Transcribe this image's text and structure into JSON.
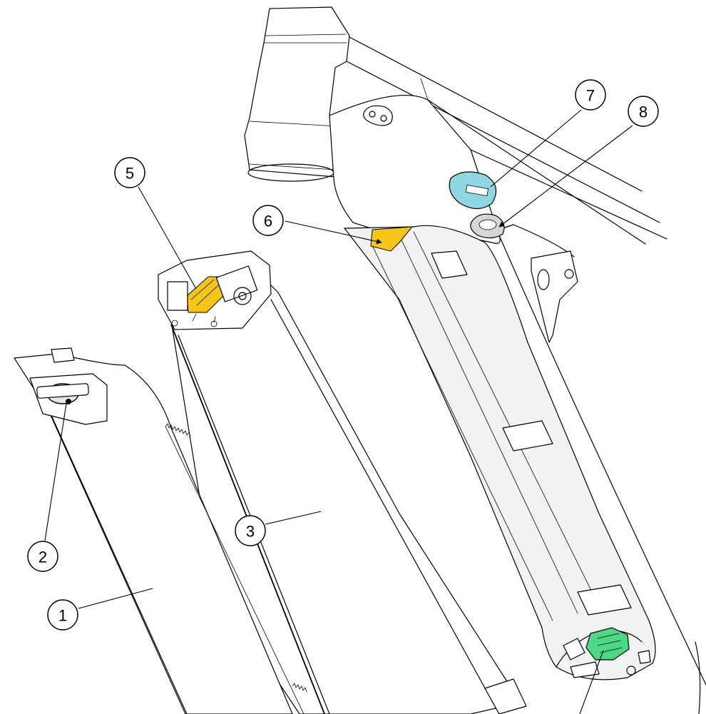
{
  "callouts": [
    {
      "id": "1",
      "label": "1"
    },
    {
      "id": "2",
      "label": "2"
    },
    {
      "id": "3",
      "label": "3"
    },
    {
      "id": "5",
      "label": "5"
    },
    {
      "id": "6",
      "label": "6"
    },
    {
      "id": "7",
      "label": "7"
    },
    {
      "id": "8",
      "label": "8"
    }
  ],
  "colors": {
    "connector_yellow": "#f5c518",
    "connector_cyan": "#8fd6e3",
    "connector_green": "#4cd986",
    "housing_fill": "#f2f2f2",
    "line": "#000000"
  }
}
